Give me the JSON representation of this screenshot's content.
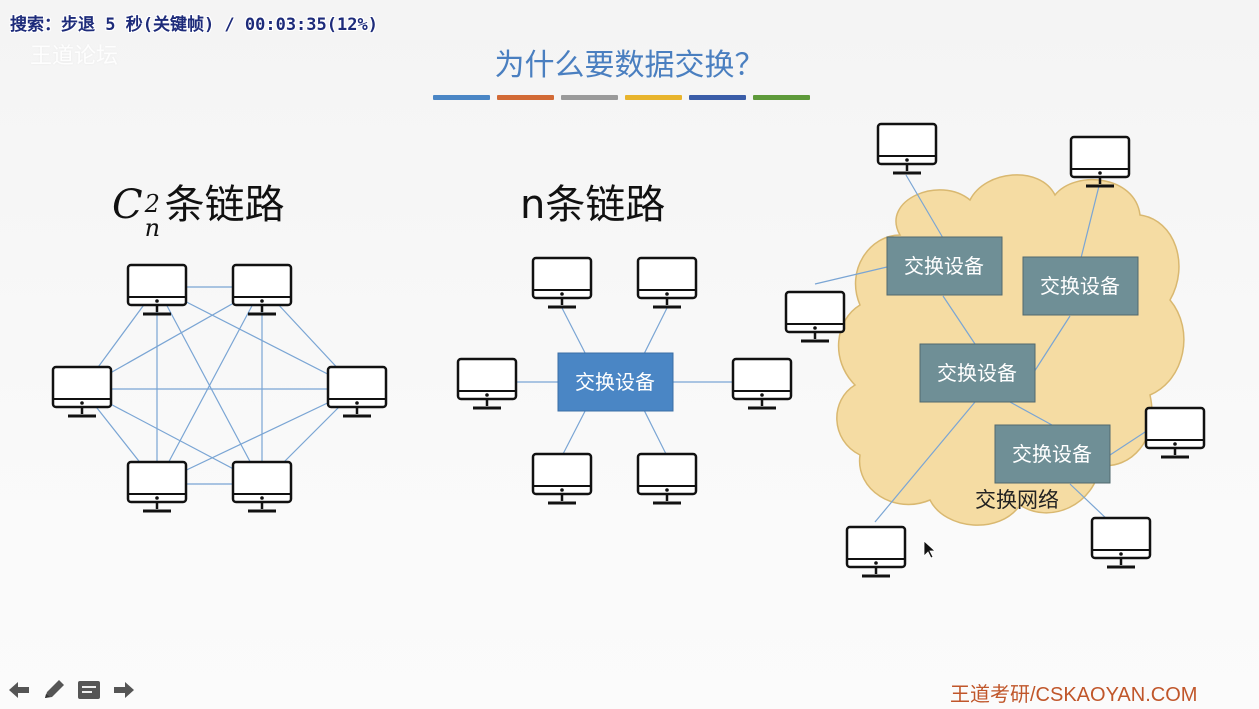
{
  "overlay": {
    "text": "搜索：步退 5 秒(关键帧) / 00:03:35(12%)"
  },
  "watermark": {
    "text": "王道论坛"
  },
  "slide": {
    "title": "为什么要数据交换？",
    "accent_colors": [
      "#4a86c5",
      "#d26a36",
      "#9a9a9a",
      "#e8b42c",
      "#3a5da8",
      "#5e9a3a"
    ],
    "left_label": {
      "math": "C",
      "sup": "2",
      "sub": "n",
      "text": "条链路"
    },
    "middle_label": "n条链路",
    "middle_switch": "交换设备",
    "right_switches": [
      "交换设备",
      "交换设备",
      "交换设备",
      "交换设备"
    ],
    "network_label": "交换网络",
    "footer": "王道考研/CSKAOYAN.COM"
  },
  "colors": {
    "link": "#7aa5d4",
    "switch_blue": "#4a86c5",
    "switch_gray": "#6f8f96",
    "cloud": "#f5dca3"
  }
}
